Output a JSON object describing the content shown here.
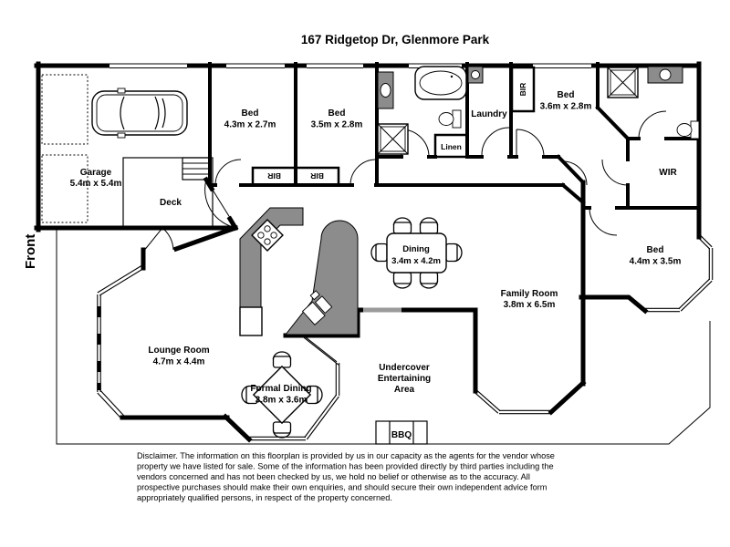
{
  "title": "167 Ridgetop Dr, Glenmore Park",
  "front_label": "Front",
  "rooms": {
    "garage": {
      "name": "Garage",
      "dims": "5.4m x 5.4m"
    },
    "deck": {
      "name": "Deck"
    },
    "bed1": {
      "name": "Bed",
      "dims": "4.3m x 2.7m"
    },
    "bed2": {
      "name": "Bed",
      "dims": "3.5m x 2.8m"
    },
    "bed3": {
      "name": "Bed",
      "dims": "3.6m x 2.8m"
    },
    "bed4": {
      "name": "Bed",
      "dims": "4.4m x 3.5m"
    },
    "laundry": {
      "name": "Laundry"
    },
    "wir": {
      "name": "WIR"
    },
    "dining": {
      "name": "Dining",
      "dims": "3.4m x 4.2m"
    },
    "family": {
      "name": "Family Room",
      "dims": "3.8m x 6.5m"
    },
    "lounge": {
      "name": "Lounge Room",
      "dims": "4.7m x 4.4m"
    },
    "formal_dining": {
      "name": "Formal Dining",
      "dims": "3.8m x 3.6m"
    },
    "undercover": {
      "lines": [
        "Undercover",
        "Entertaining",
        "Area"
      ]
    },
    "bbq": {
      "name": "BBQ"
    }
  },
  "closets": {
    "bir": "BIR",
    "linen": "Linen"
  },
  "disclaimer": {
    "lines": [
      "Disclaimer. The information on this floorplan is provided by us in our capacity as the agents for the vendor whose",
      "property we have listed for sale. Some of the information has been provided directly by third parties including the",
      "vendors concerned and has not been checked by us, we hold no belief or otherwise as to the accuracy. All",
      "prospective purchases should make their own enquiries, and should secure their own independent advice form",
      "appropriately qualified persons, in respect of the property concerned."
    ]
  },
  "colors": {
    "wall": "#000000",
    "bench": "#8c8c8c",
    "background": "#ffffff"
  }
}
